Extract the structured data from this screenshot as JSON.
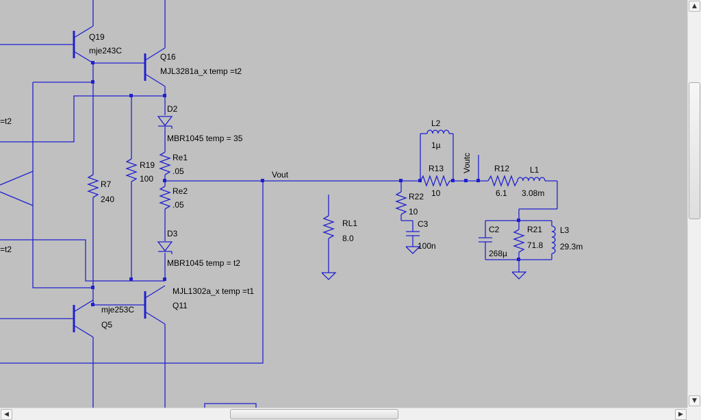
{
  "colors": {
    "wire": "#1f1fcf",
    "text": "#000000",
    "background": "#c0c0c0"
  },
  "net_labels": {
    "vout": "Vout",
    "voutc": "Voutc",
    "left_t2_a": "=t2",
    "left_t2_b": "=t2"
  },
  "components": {
    "q19": {
      "ref": "Q19",
      "value": "mje243C"
    },
    "q16": {
      "ref": "Q16",
      "value": "MJL3281a_x temp =t2"
    },
    "d2": {
      "ref": "D2",
      "value": "MBR1045 temp = 35"
    },
    "re1": {
      "ref": "Re1",
      "value": ".05"
    },
    "re2": {
      "ref": "Re2",
      "value": ".05"
    },
    "d3": {
      "ref": "D3",
      "value": "MBR1045 temp = t2"
    },
    "q11": {
      "ref": "Q11",
      "value": "MJL1302a_x temp =t1"
    },
    "q5": {
      "ref": "Q5",
      "value": "mje253C"
    },
    "r19": {
      "ref": "R19",
      "value": "100"
    },
    "r7": {
      "ref": "R7",
      "value": "240"
    },
    "rl1": {
      "ref": "RL1",
      "value": "8.0"
    },
    "r22": {
      "ref": "R22",
      "value": "10"
    },
    "c3": {
      "ref": "C3",
      "value": "100n"
    },
    "l2": {
      "ref": "L2",
      "value": "1µ"
    },
    "r13": {
      "ref": "R13",
      "value": "10"
    },
    "r12": {
      "ref": "R12",
      "value": "6.1"
    },
    "l1": {
      "ref": "L1",
      "value": "3.08m"
    },
    "c2": {
      "ref": "C2",
      "value": "268µ"
    },
    "r21": {
      "ref": "R21",
      "value": "71.8"
    },
    "l3": {
      "ref": "L3",
      "value": "29.3m"
    }
  },
  "scrollbars": {
    "up_arrow": "▲",
    "down_arrow": "▼",
    "left_arrow": "◀",
    "right_arrow": "▶"
  }
}
